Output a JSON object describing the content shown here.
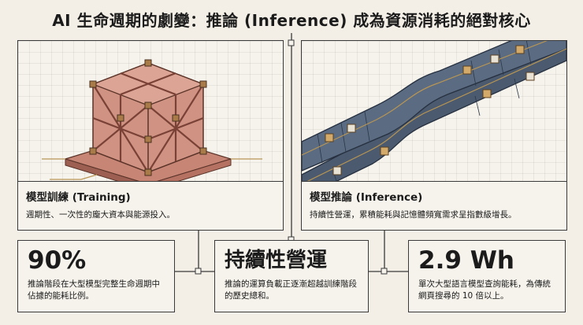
{
  "title": "AI 生命週期的劇變：推論 (Inference) 成為資源消耗的絕對核心",
  "training": {
    "heading": "模型訓練 (Training)",
    "desc": "週期性、一次性的龐大資本與能源投入。"
  },
  "inference": {
    "heading": "模型推論 (Inference)",
    "desc": "持續性營運，累積能耗與記憶體頻寬需求呈指數級增長。"
  },
  "stats": [
    {
      "value": "90%",
      "desc": "推論階段在大型模型完整生命週期中佔據的能耗比例。"
    },
    {
      "value": "持續性營運",
      "desc": "推論的運算負載正逐漸超越訓練階段的歷史總和。"
    },
    {
      "value": "2.9 Wh",
      "desc": "單次大型語言模型查詢能耗，為傳統網頁搜尋的 10 倍以上。"
    }
  ],
  "colors": {
    "accent": "#c98070",
    "frame": "#b06d5e",
    "belt": "#4b5a6e",
    "gold": "#b89554"
  }
}
